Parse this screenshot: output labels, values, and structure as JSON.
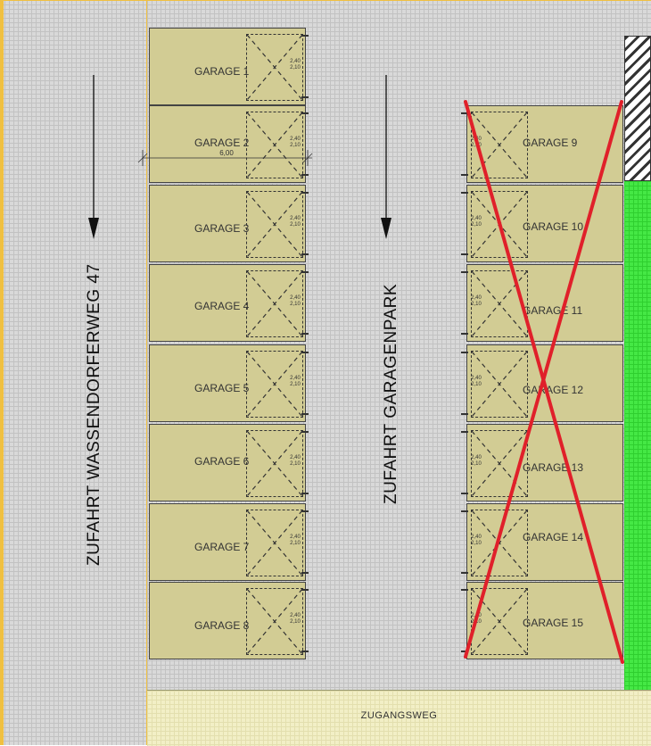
{
  "road_labels": {
    "left": "ZUFAHRT WASSENDORFERWEG 47",
    "middle": "ZUFAHRT GARAGENPARK"
  },
  "path_label": "ZUGANGSWEG",
  "dimension_width": "6,00",
  "door_dims": {
    "width": "2,40",
    "height": "2,10"
  },
  "garages_left": [
    {
      "label": "GARAGE 1"
    },
    {
      "label": "GARAGE 2"
    },
    {
      "label": "GARAGE 3"
    },
    {
      "label": "GARAGE 4"
    },
    {
      "label": "GARAGE 5"
    },
    {
      "label": "GARAGE 6"
    },
    {
      "label": "GARAGE 7"
    },
    {
      "label": "GARAGE 8"
    }
  ],
  "garages_right": [
    {
      "label": "GARAGE 9"
    },
    {
      "label": "GARAGE 10"
    },
    {
      "label": "GARAGE 11"
    },
    {
      "label": "GARAGE 12"
    },
    {
      "label": "GARAGE 13"
    },
    {
      "label": "GARAGE 14"
    },
    {
      "label": "GARAGE 15"
    }
  ],
  "colors": {
    "garage_fill": "#d2cc94",
    "cross_out": "#e0202a",
    "green_area": "#45e845",
    "path_fill": "#f2efc6"
  }
}
